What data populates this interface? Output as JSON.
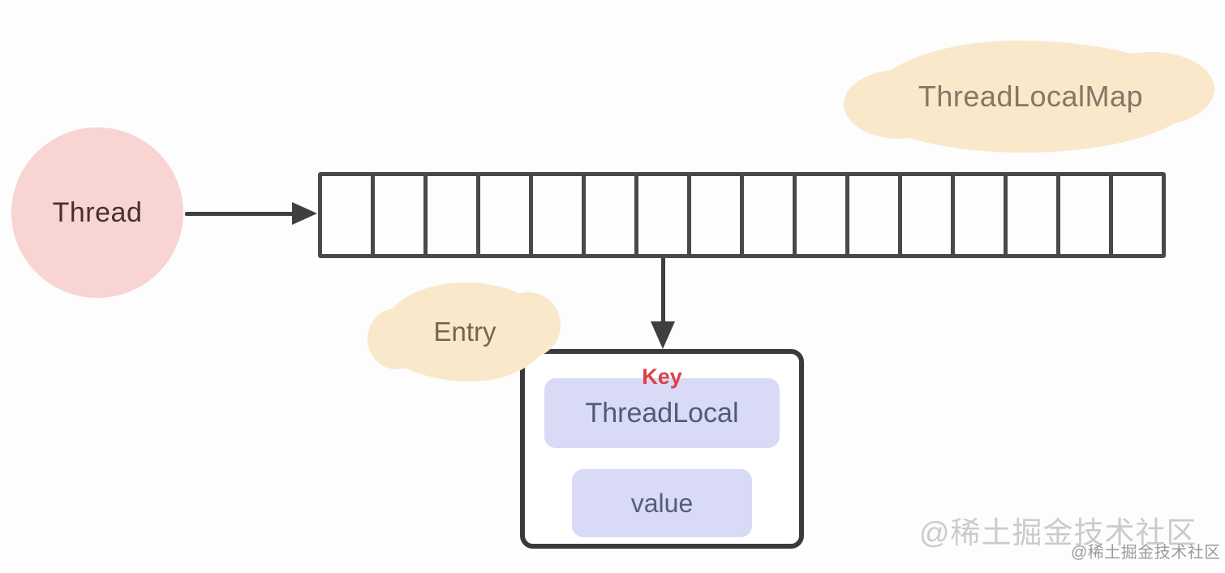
{
  "diagram": {
    "thread_node": {
      "label": "Thread"
    },
    "map_cloud": {
      "label": "ThreadLocalMap"
    },
    "array": {
      "cell_count": 16
    },
    "entry_cloud": {
      "label": "Entry"
    },
    "entry_box": {
      "key_label": "Key",
      "key_field": "ThreadLocal",
      "value_field": "value"
    },
    "watermark_large": "@稀土掘金技术社区",
    "watermark_small": "@稀土掘金技术社区",
    "colors": {
      "thread_fill": "#f8d4d2",
      "cloud_fill": "#f9e8ca",
      "field_fill": "#d9daf6",
      "key_text": "#db4148",
      "field_text": "#51597c",
      "line": "#3f3f3f",
      "entry_border": "#3a3a3a",
      "watermark_large": "#cbcbcb",
      "watermark_small": "#9a9a9a"
    }
  }
}
